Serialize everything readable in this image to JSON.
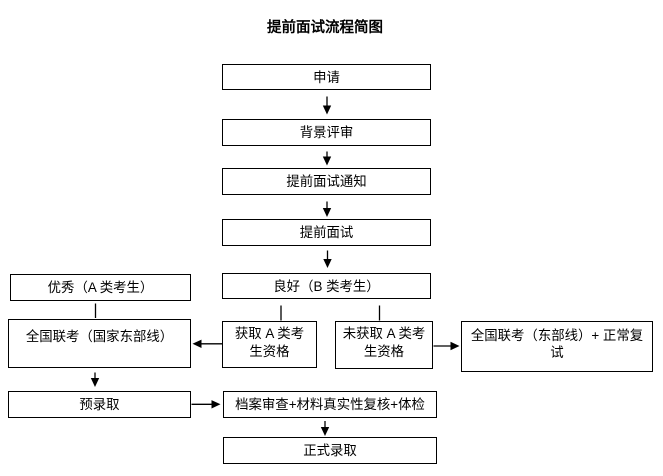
{
  "title": "提前面试流程简图",
  "flowchart": {
    "nodes": {
      "apply": {
        "label": "申请"
      },
      "background_review": {
        "label": "背景评审"
      },
      "interview_notice": {
        "label": "提前面试通知"
      },
      "interview": {
        "label": "提前面试"
      },
      "excellent_a": {
        "label": "优秀（A 类考生）"
      },
      "good_b": {
        "label": "良好（B 类考生）"
      },
      "national_exam_east": {
        "label": "全国联考（国家东部线）"
      },
      "qualified_a": {
        "label": "获取 A 类考\n生资格"
      },
      "not_qualified_a": {
        "label": "未获取 A 类考\n生资格"
      },
      "east_line_retest": {
        "label": "全国联考（东部线）+ 正常复\n试"
      },
      "pre_admission": {
        "label": "预录取"
      },
      "archive_check": {
        "label": "档案审查+材料真实性复核+体检"
      },
      "formal_admission": {
        "label": "正式录取"
      }
    },
    "edges": [
      {
        "from": "apply",
        "to": "background_review",
        "style": "arrow"
      },
      {
        "from": "background_review",
        "to": "interview_notice",
        "style": "arrow"
      },
      {
        "from": "interview_notice",
        "to": "interview",
        "style": "arrow"
      },
      {
        "from": "interview",
        "to": "good_b",
        "style": "arrow"
      },
      {
        "from": "excellent_a",
        "to": "national_exam_east",
        "style": "line"
      },
      {
        "from": "good_b",
        "to": "qualified_a",
        "style": "line"
      },
      {
        "from": "good_b",
        "to": "not_qualified_a",
        "style": "line"
      },
      {
        "from": "qualified_a",
        "to": "national_exam_east",
        "style": "arrow"
      },
      {
        "from": "not_qualified_a",
        "to": "east_line_retest",
        "style": "arrow"
      },
      {
        "from": "national_exam_east",
        "to": "pre_admission",
        "style": "arrow"
      },
      {
        "from": "pre_admission",
        "to": "archive_check",
        "style": "arrow"
      },
      {
        "from": "archive_check",
        "to": "formal_admission",
        "style": "arrow"
      }
    ]
  }
}
